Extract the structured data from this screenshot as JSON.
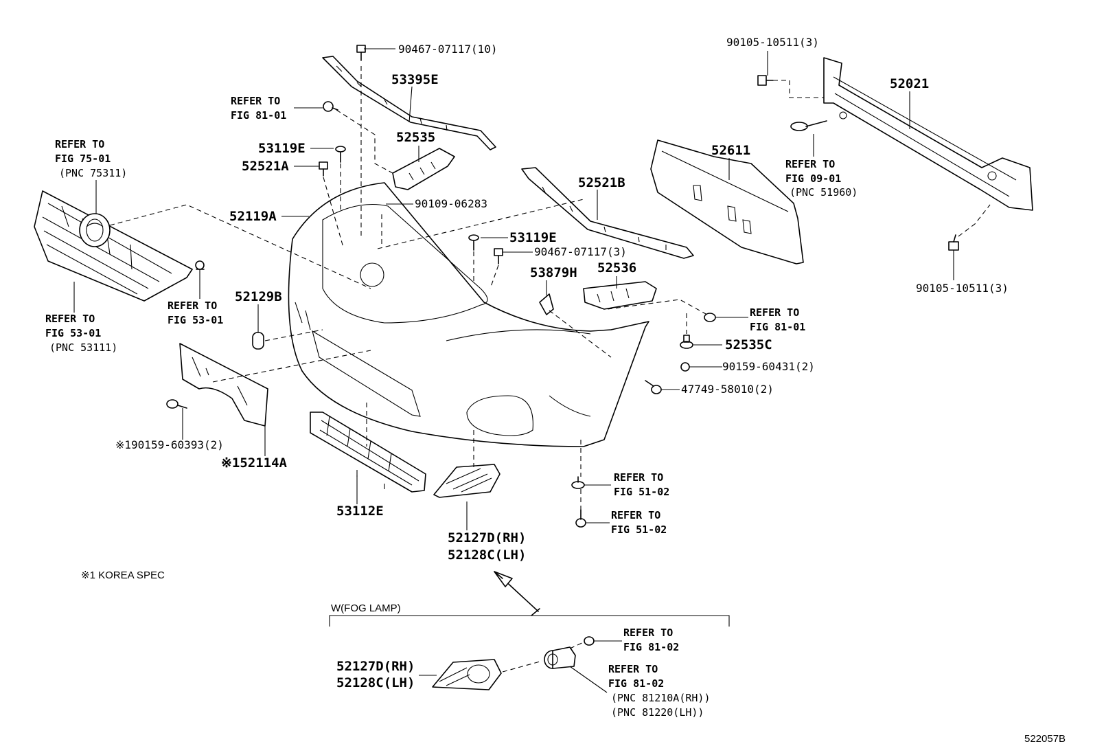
{
  "labels": {
    "p90467_07117_10": "90467-07117(10)",
    "p53395E": "53395E",
    "refer_fig81_01_a_1": "REFER TO",
    "refer_fig81_01_a_2": "FIG 81-01",
    "refer_fig75_01_1": "REFER TO",
    "refer_fig75_01_2": "FIG 75-01",
    "refer_fig75_01_3": "(PNC 75311)",
    "p53119E_a": "53119E",
    "p52535": "52535",
    "p52521A": "52521A",
    "p90109_06283": "90109-06283",
    "p52119A": "52119A",
    "p52521B": "52521B",
    "p53119E_b": "53119E",
    "p90467_07117_3": "90467-07117(3)",
    "p53879H": "53879H",
    "p52536": "52536",
    "refer_fig53_01_a_1": "REFER TO",
    "refer_fig53_01_a_2": "FIG 53-01",
    "p52129B": "52129B",
    "refer_fig53_01_b_1": "REFER TO",
    "refer_fig53_01_b_2": "FIG 53-01",
    "refer_fig53_01_b_3": "(PNC 53111)",
    "p90105_10511_top": "90105-10511(3)",
    "p52021": "52021",
    "p52611": "52611",
    "refer_fig09_01_1": "REFER TO",
    "refer_fig09_01_2": "FIG 09-01",
    "refer_fig09_01_3": "(PNC 51960)",
    "p90105_10511_bot": "90105-10511(3)",
    "refer_fig81_01_b_1": "REFER TO",
    "refer_fig81_01_b_2": "FIG 81-01",
    "p52535C": "52535C",
    "p90159_60431": "90159-60431(2)",
    "p47749_58010": "47749-58010(2)",
    "p90159_60393": "※190159-60393(2)",
    "p52114A": "※152114A",
    "p53112E": "53112E",
    "refer_fig51_02_a_1": "REFER TO",
    "refer_fig51_02_a_2": "FIG 51-02",
    "refer_fig51_02_b_1": "REFER TO",
    "refer_fig51_02_b_2": "FIG 51-02",
    "p52127D_rh": "52127D(RH)",
    "p52128C_lh": "52128C(LH)",
    "korea_spec": "※1 KOREA SPEC",
    "fog_lamp_group": "W(FOG LAMP)",
    "refer_fig81_02_a_1": "REFER TO",
    "refer_fig81_02_a_2": "FIG 81-02",
    "p52127D_rh_b": "52127D(RH)",
    "p52128C_lh_b": "52128C(LH)",
    "refer_fig81_02_b_1": "REFER TO",
    "refer_fig81_02_b_2": "FIG 81-02",
    "refer_fig81_02_b_3": "(PNC 81210A(RH))",
    "refer_fig81_02_b_4": "(PNC 81220(LH))",
    "figure_code": "522057B"
  }
}
